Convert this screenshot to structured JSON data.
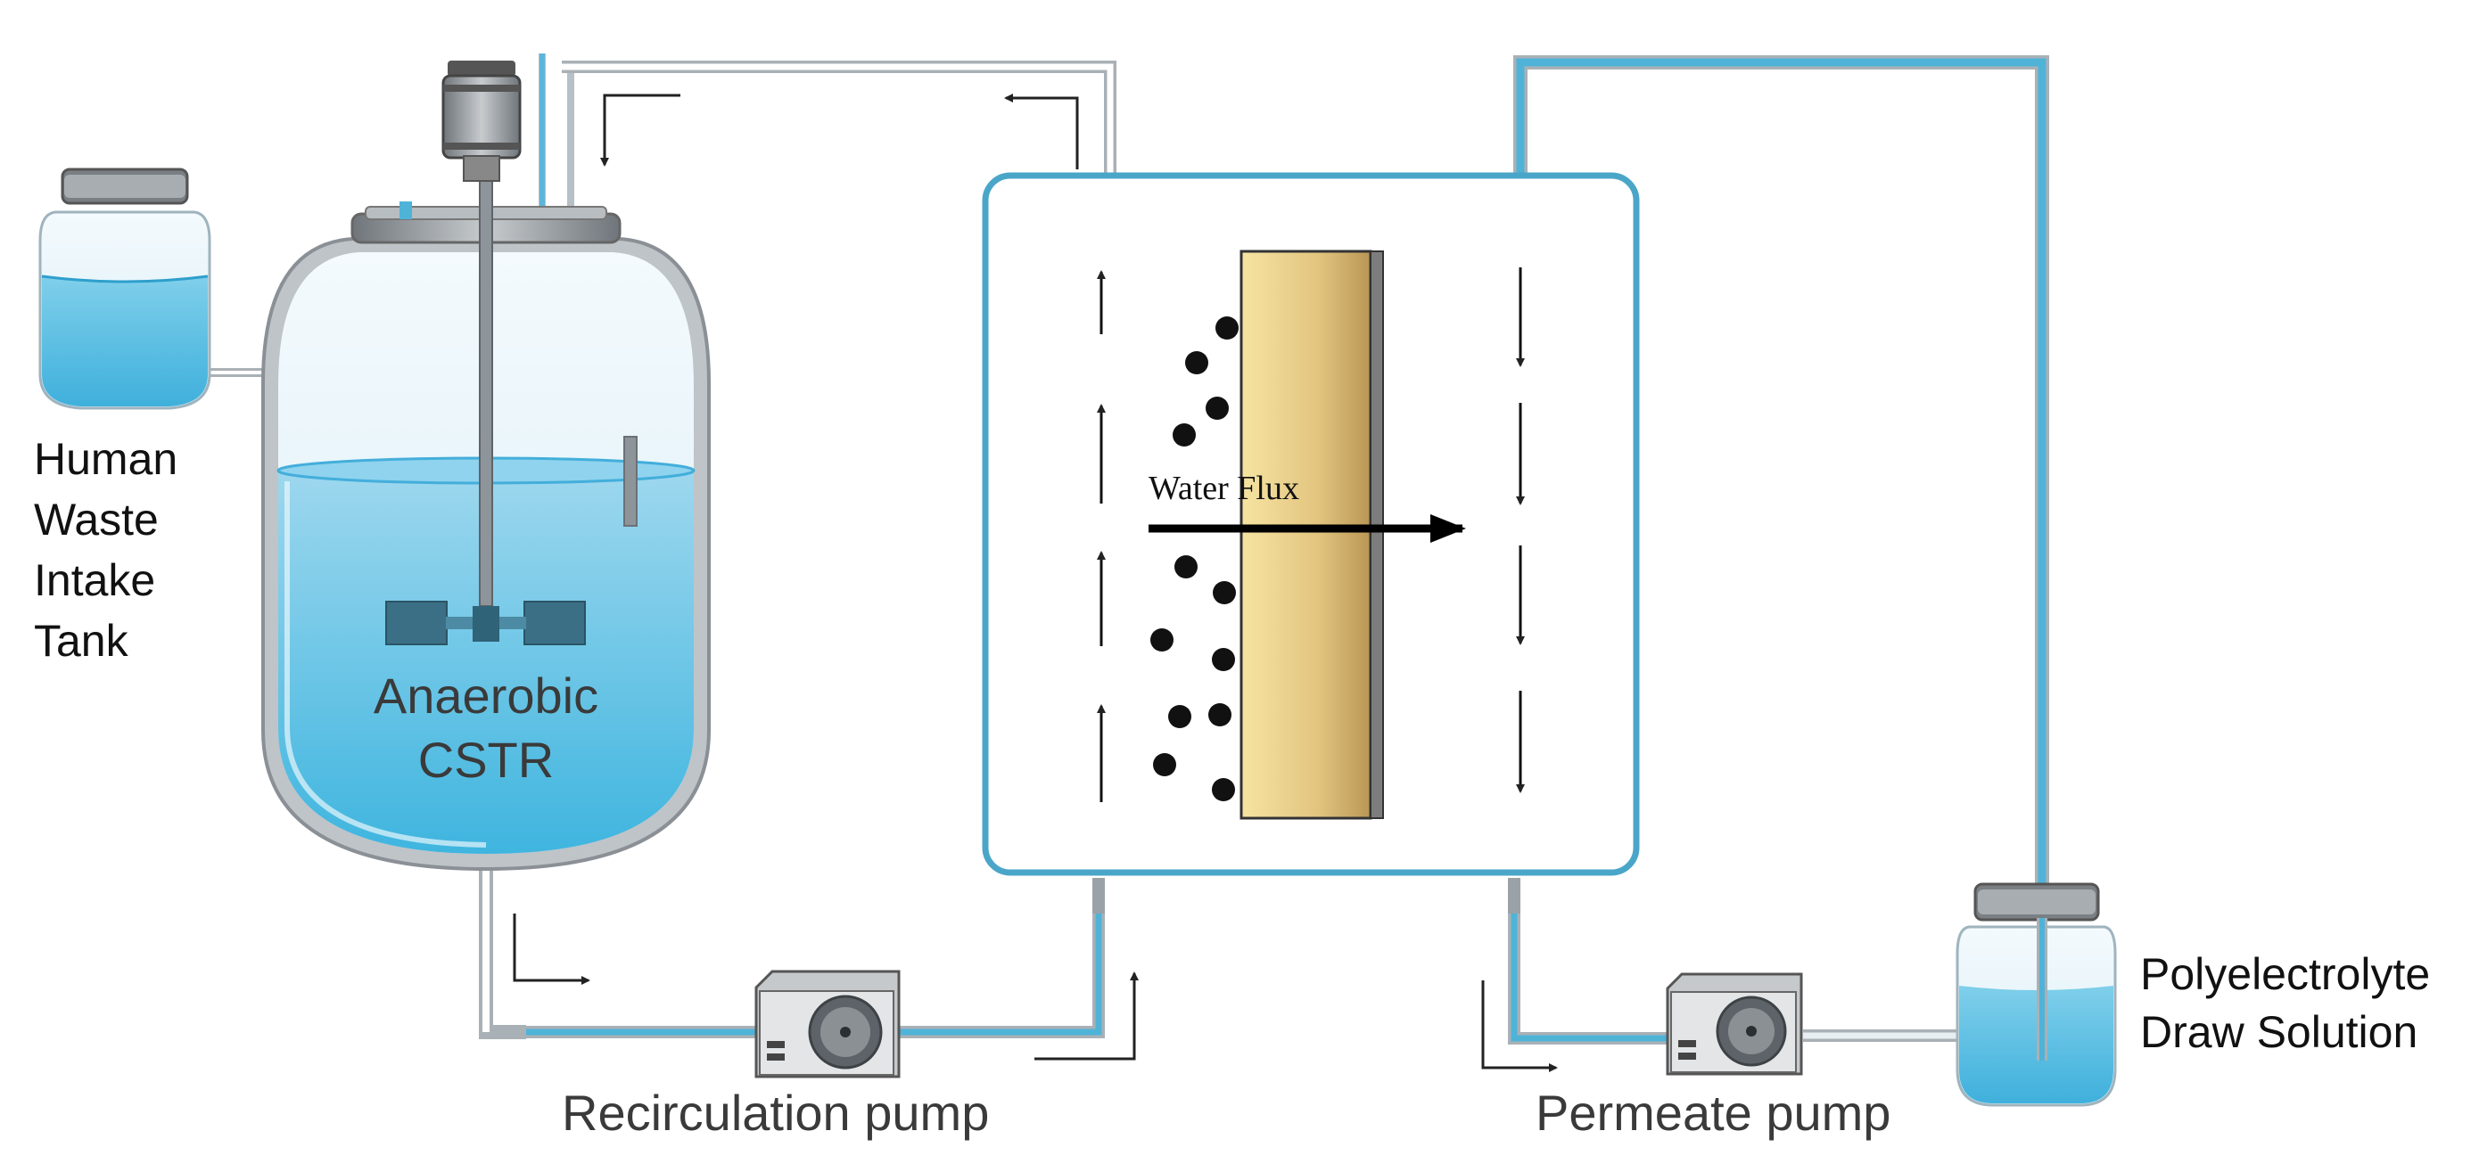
{
  "labels": {
    "intake_tank": [
      "Human",
      "Waste",
      "Intake",
      "Tank"
    ],
    "reactor": [
      "Anaerobic",
      "CSTR"
    ],
    "recirculation_pump": "Recirculation pump",
    "permeate_pump": "Permeate pump",
    "draw_solution": [
      "Polyelectrolyte",
      "Draw Solution"
    ],
    "water_flux": "Water Flux"
  },
  "colors": {
    "water_light": "#cdeaf5",
    "water": "#5ec3e3",
    "pipe_blue": "#4fb3d8",
    "inset_border": "#4aa6c8",
    "membrane_light": "#f3dc93",
    "membrane_dark": "#bf9f5c",
    "metal": "#9ea3a8"
  },
  "icons": {
    "stirrer_motor": "motor-icon",
    "pumps": "peristaltic-pump-icon",
    "particles": "foulant-particle-icon"
  }
}
